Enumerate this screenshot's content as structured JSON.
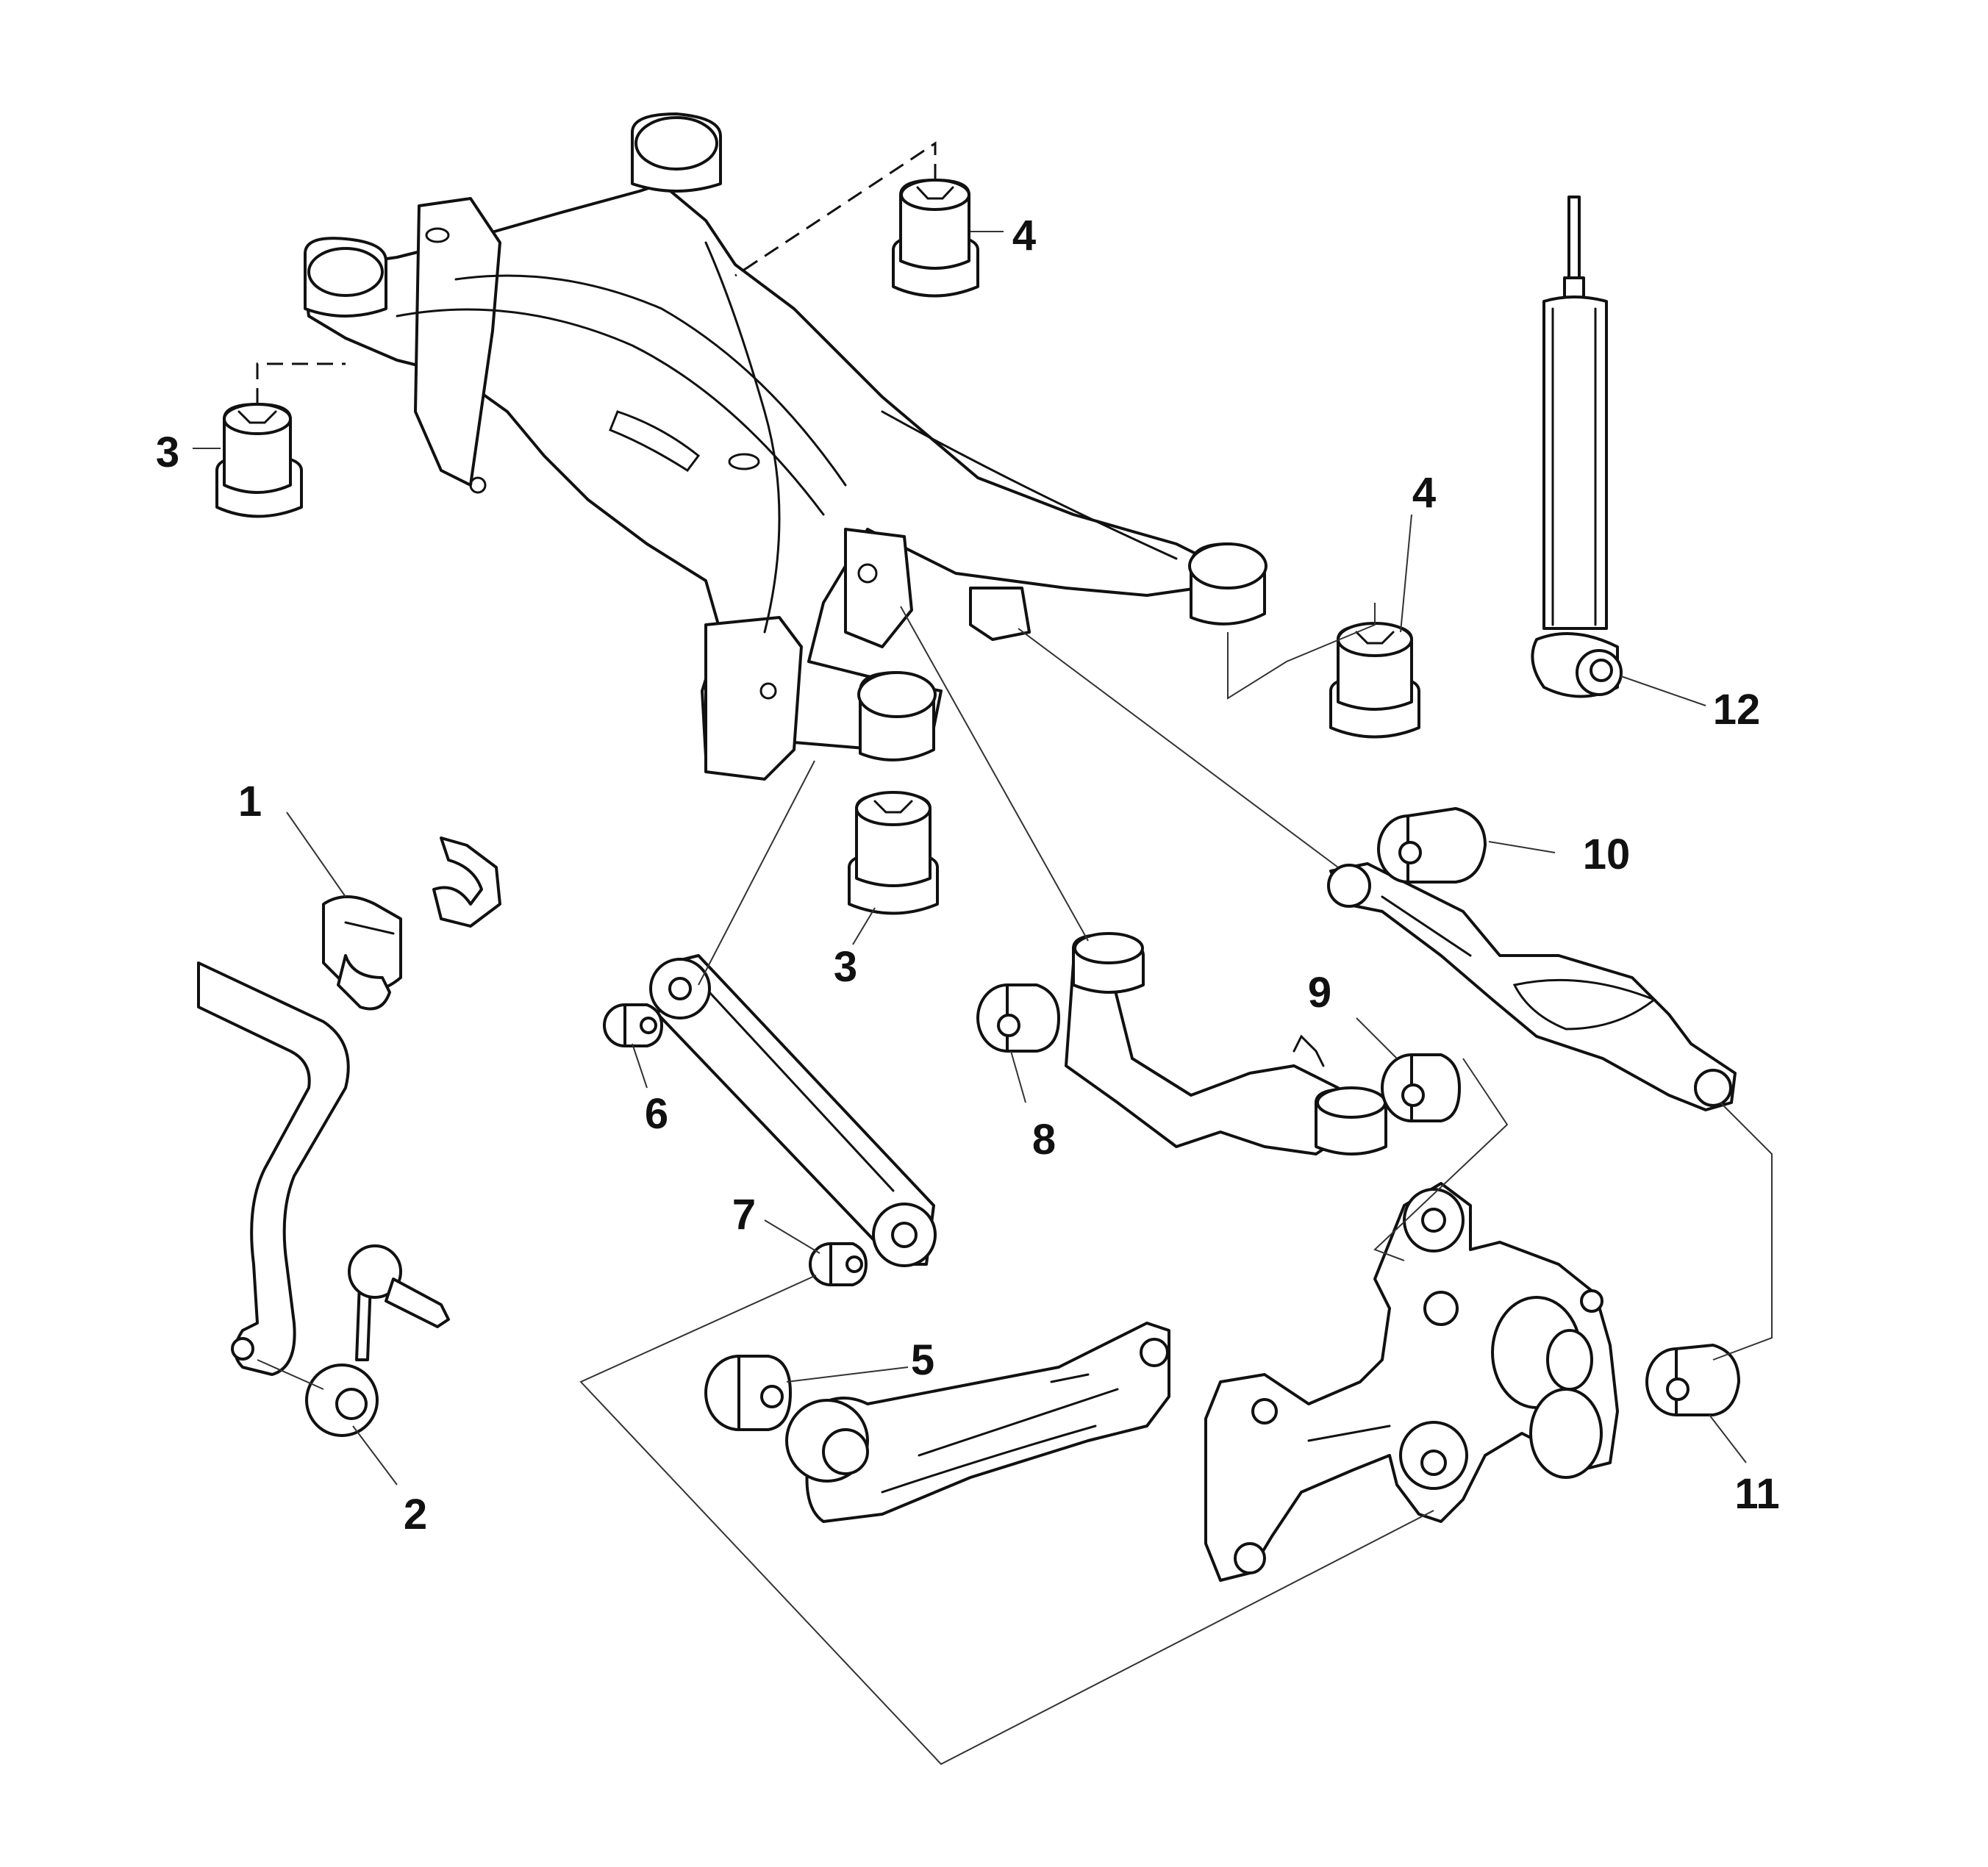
{
  "callouts": {
    "c1": "1",
    "c2": "2",
    "c3_left": "3",
    "c3_bottom": "3",
    "c4_top": "4",
    "c4_right": "4",
    "c5": "5",
    "c6": "6",
    "c7": "7",
    "c8": "8",
    "c9": "9",
    "c10": "10",
    "c11": "11",
    "c12": "12"
  }
}
